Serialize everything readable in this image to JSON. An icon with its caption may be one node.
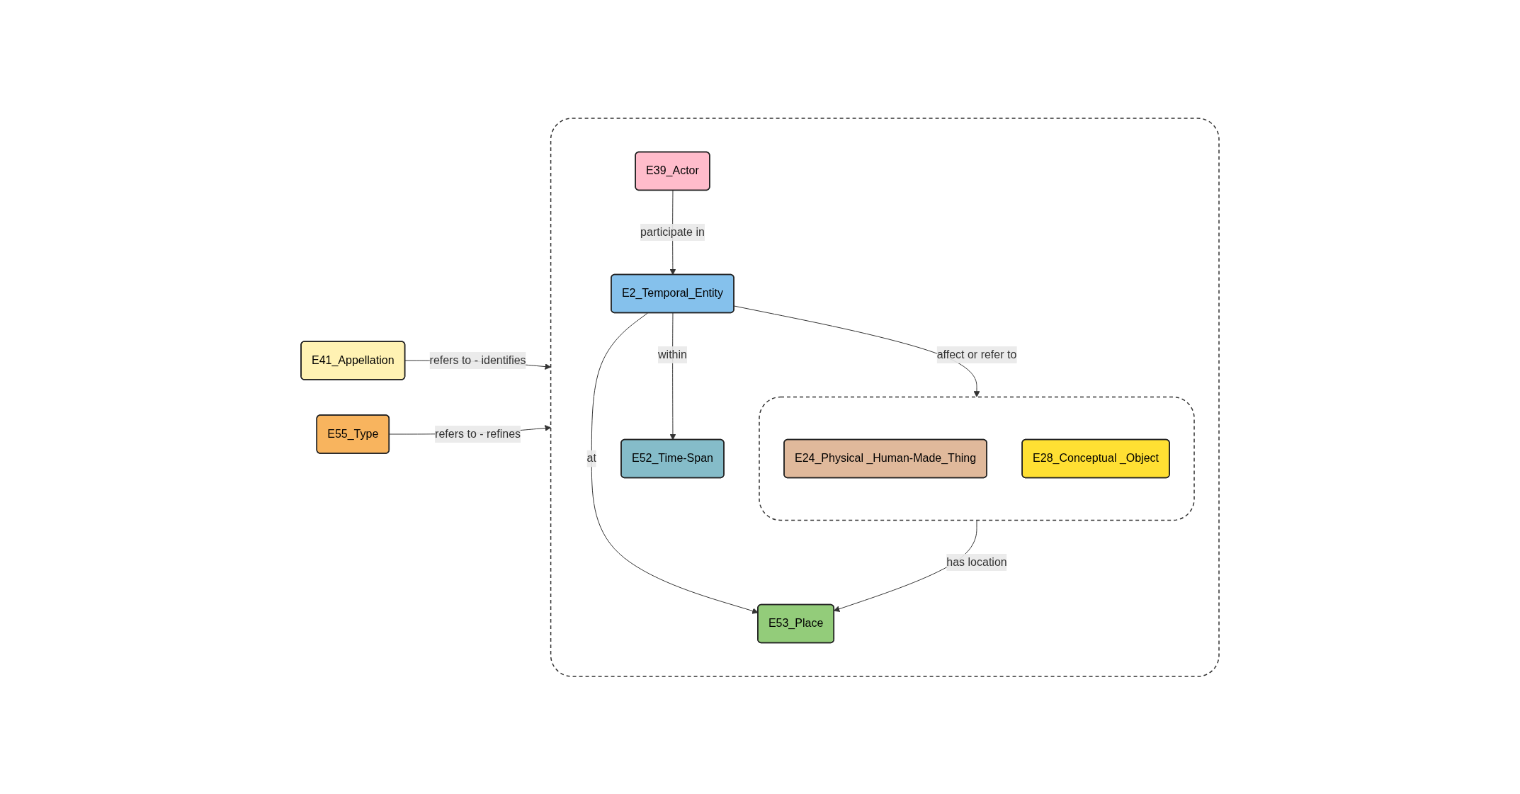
{
  "diagram": {
    "nodes": [
      {
        "text": [
          "E41_Appellation"
        ]
      },
      {
        "text": [],
        "shape": "box"
      },
      {
        "text": [
          "E39_Actor"
        ],
        "in": 1
      },
      {
        "text": [],
        "shape": "box",
        "in": 1
      },
      {
        "text": [
          "E24_Physical _Human-Made_Thing"
        ],
        "in": 3
      },
      {
        "text": [
          "E28_Conceptual _Object"
        ],
        "in": 3
      },
      {
        "text": [
          "E2_Temporal_Entity"
        ],
        "in": 1
      },
      {
        "text": [
          "E52_Time-Span"
        ],
        "in": 1
      },
      {
        "text": [
          "E53_Place"
        ],
        "in": 1
      },
      {
        "text": [
          "E55_Type"
        ]
      }
    ],
    "edges": [
      {
        "from": 0,
        "to": 1,
        "arrow": "to",
        "label": "refers to - identifies"
      },
      {
        "from": 2,
        "to": 6,
        "arrow": "to",
        "label": "participate in"
      },
      {
        "from": 6,
        "to": 3,
        "arrow": "to",
        "label": "affect or refer to"
      },
      {
        "from": 3,
        "to": 8,
        "arrow": "to",
        "label": "has location"
      },
      {
        "from": 6,
        "to": 7,
        "arrow": "to",
        "label": "within"
      },
      {
        "from": 6,
        "to": 8,
        "arrow": "to",
        "label": "at"
      },
      {
        "from": 9,
        "to": 1,
        "arrow": "to",
        "label": "refers to - refines"
      }
    ]
  }
}
